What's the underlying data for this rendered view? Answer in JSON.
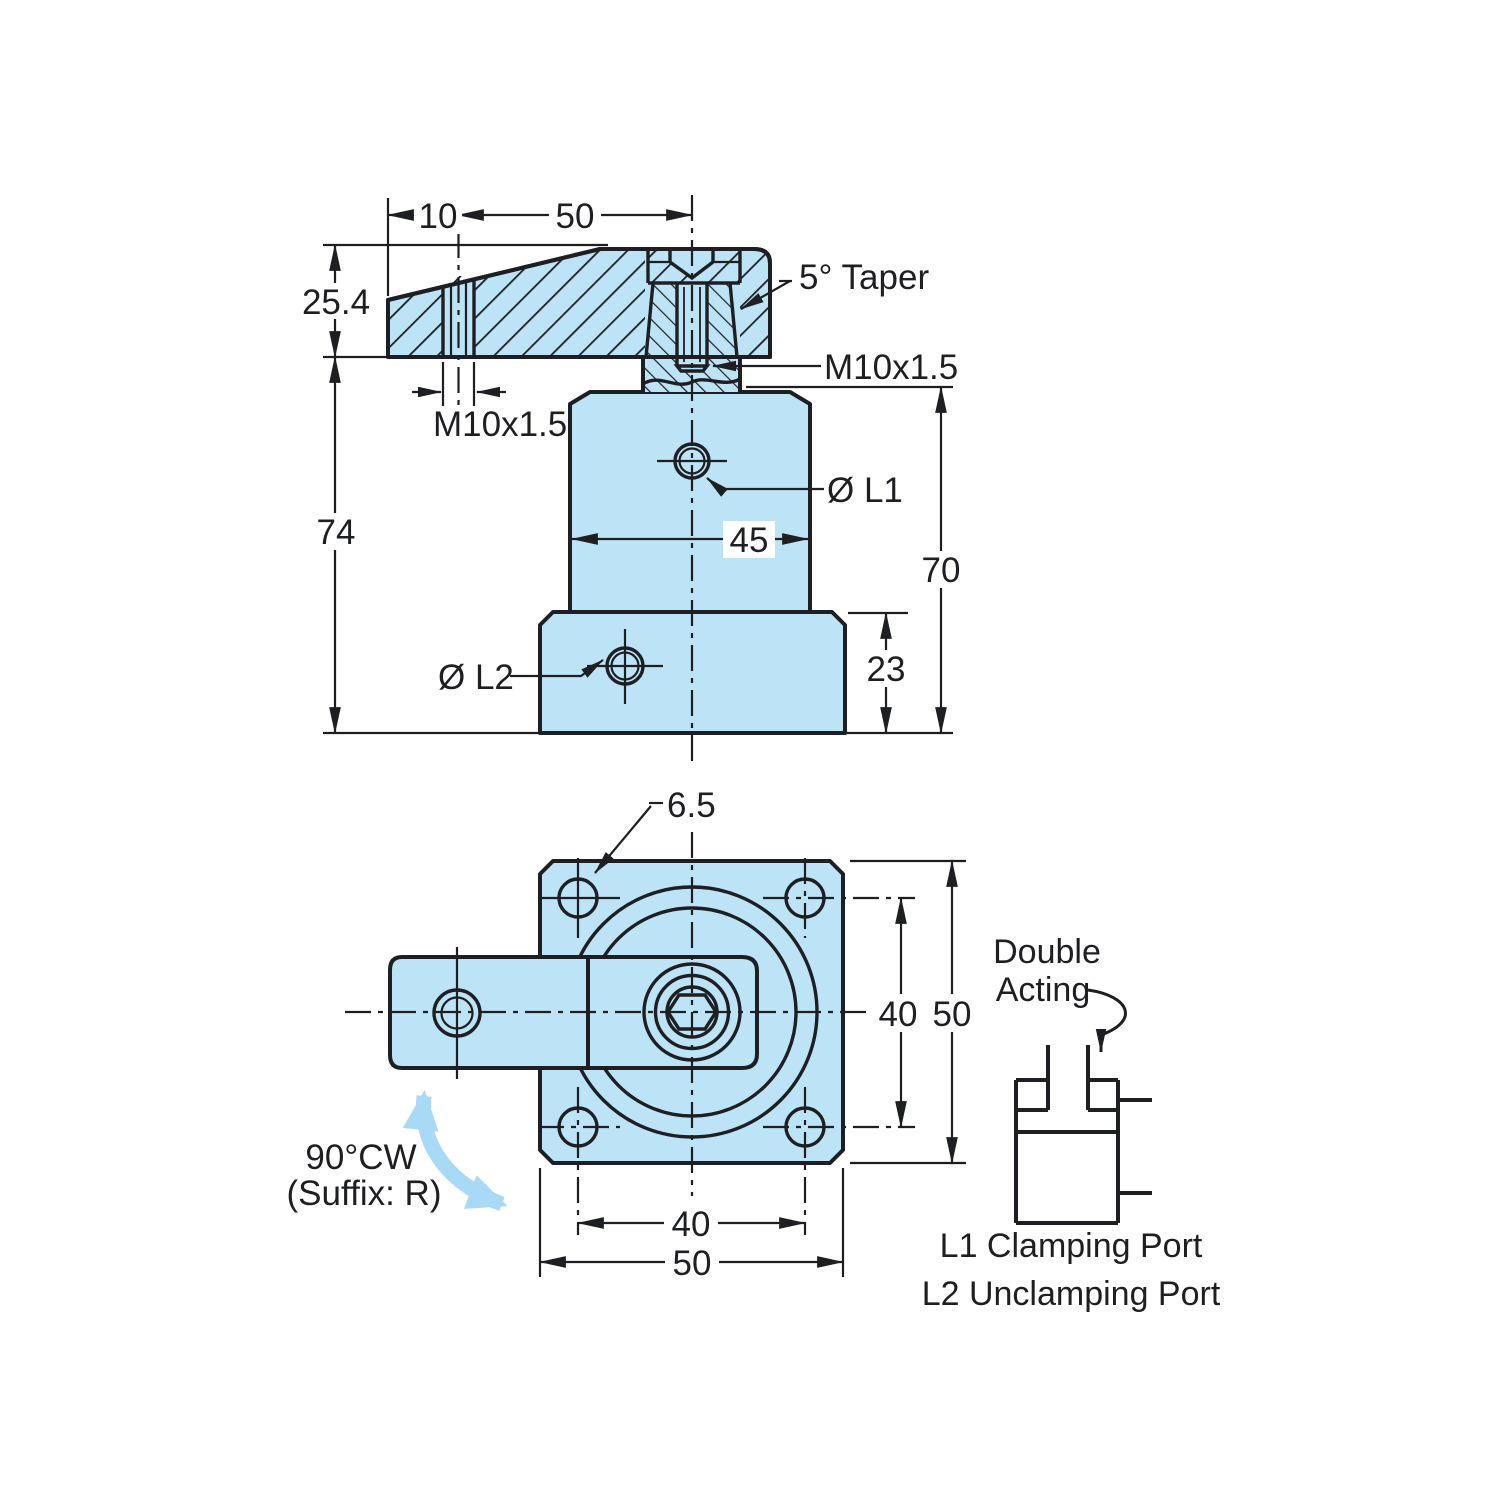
{
  "drawing": {
    "colors": {
      "part_fill": "#BDE3F6",
      "line_color": "#1E1F22",
      "rotation_arrow_fill": "#A9DAF5",
      "background": "#FFFFFF"
    },
    "front_view": {
      "dim_arm_offset": "10",
      "dim_arm_length": "50",
      "dim_arm_thickness": "25.4",
      "label_arm_thread": "M10x1.5",
      "label_taper": "5° Taper",
      "label_rod_thread": "M10x1.5",
      "dim_overall_height": "74",
      "label_clamping_port": "Ø L1",
      "dim_body_width": "45",
      "dim_body_height": "70",
      "label_unclamping_port": "Ø L2",
      "dim_flange_thickness": "23"
    },
    "bottom_view": {
      "dim_mounting_hole": "6.5",
      "dim_hole_pitch_vertical": "40",
      "dim_flange_height": "50",
      "rotation_note_line1": "90°CW",
      "rotation_note_line2": "(Suffix: R)",
      "dim_hole_pitch_horizontal": "40",
      "dim_flange_width": "50"
    },
    "symbol": {
      "label_line1": "Double",
      "label_line2": "Acting",
      "port_note_l1": "L1 Clamping Port",
      "port_note_l2": "L2 Unclamping Port"
    }
  }
}
